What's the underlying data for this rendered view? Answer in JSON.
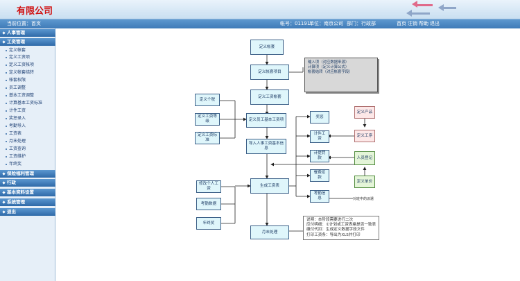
{
  "header": {
    "company": "有限公司"
  },
  "infobar": {
    "left": "当前位置：首页",
    "account": "帐号：01191",
    "unit": "单位：南京公司",
    "dept": "部门：行政部",
    "home": "首页",
    "logout": "注销",
    "help": "帮助",
    "exit": "退出"
  },
  "sidebar": {
    "categories": [
      {
        "label": "人事管理"
      },
      {
        "label": "工资管理"
      },
      {
        "label": "保险福利管理"
      },
      {
        "label": "行政"
      },
      {
        "label": "基本资料设置"
      },
      {
        "label": "系统管理"
      },
      {
        "label": "退出"
      }
    ],
    "items": [
      "定义帐套",
      "定义工资项",
      "定义工资帐项",
      "定义帐套结转",
      "帐套权限",
      "员工调整",
      "基本工资调整",
      "计算基本工资标准",
      "计件工资",
      "奖惩录入",
      "考勤导入",
      "工资表",
      "月末处理",
      "工资查询",
      "工资维护",
      "年终奖"
    ]
  },
  "flow": {
    "define_set": "定义帐套",
    "define_items": "定义帐套项目",
    "define_acct": "定义工资帐套",
    "define_emp": "定义个税",
    "define_std": "定义工资等级",
    "define_rate": "定义工资标准",
    "base_std": "定义员工基本工资项",
    "import_base": "导入人事工资基本信息",
    "gen_sheet": "生成工资表",
    "final": "月末处理",
    "adjust_personal": "修改个人工资",
    "attendance_calc": "考勤数据",
    "yearend": "年终奖",
    "piece": "奖惩",
    "piece_wage": "计件工资",
    "reward": "计提罚款",
    "welfare": "餐费扣款",
    "exam": "考勤信息",
    "def_product": "定义产品",
    "def_process": "定义工序",
    "staff_count": "人员登记",
    "def_price": "定义单价",
    "small_note": "对班中的派遣",
    "gray_lines": [
      "输入项（对应数据来源）",
      "计算项（定义计算公式）",
      "帐套结转（对应帐套字段）"
    ],
    "note_lines": [
      "说明：本阶段需要进行二次",
      "应付明细：①计划或工资表格是否一致表",
      "缴付代扣：生成定义数据字段文件",
      "打印工资条：导出为XLS并打印"
    ]
  }
}
